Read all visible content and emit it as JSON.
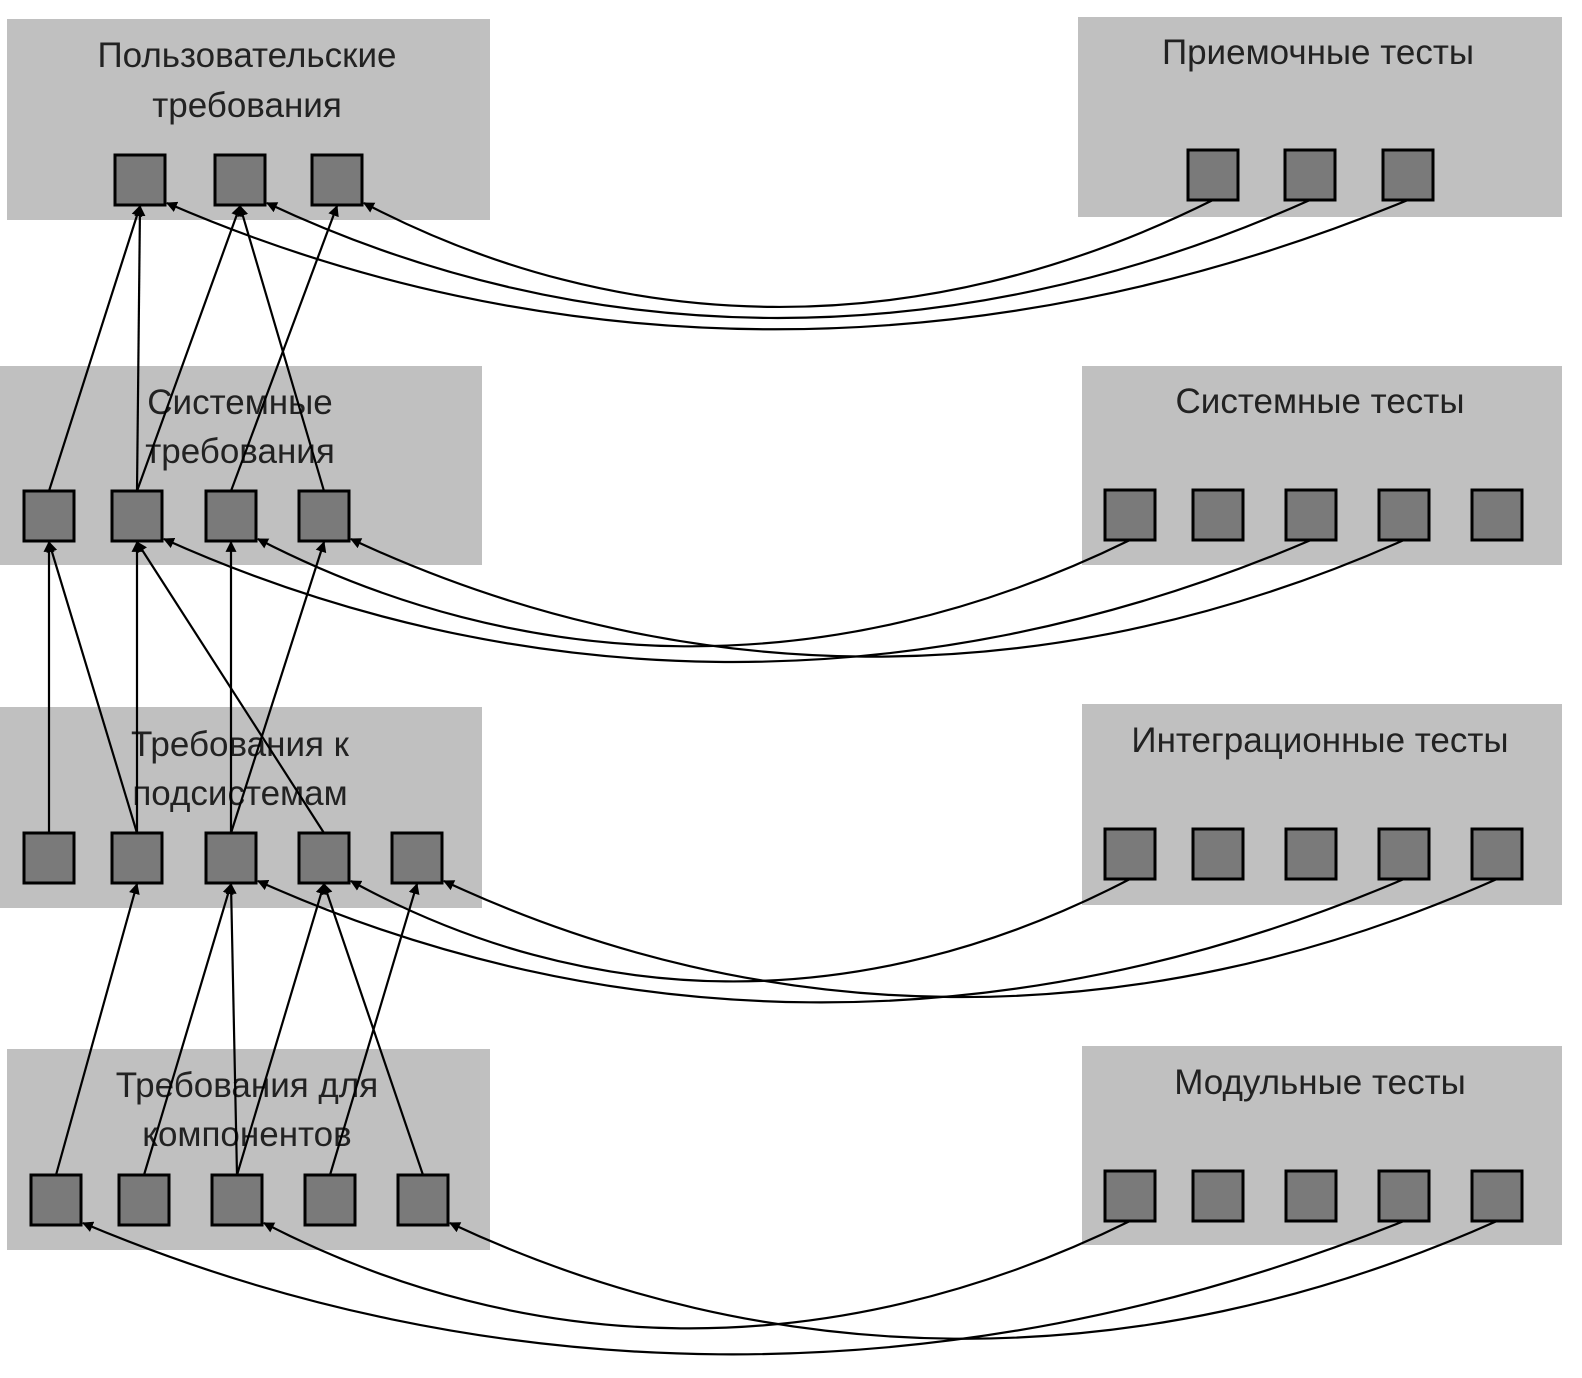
{
  "colors": {
    "panel": "#c0c0c0",
    "node": "#7a7a7a",
    "line": "#000000",
    "text": "#222222"
  },
  "requirements": [
    {
      "id": "user_req",
      "title_lines": [
        "Пользовательские",
        "требования"
      ],
      "node_count": 3
    },
    {
      "id": "system_req",
      "title_lines": [
        "Системные",
        "требования"
      ],
      "node_count": 4
    },
    {
      "id": "subsystem_req",
      "title_lines": [
        "Требования к",
        "подсистемам"
      ],
      "node_count": 5
    },
    {
      "id": "component_req",
      "title_lines": [
        "Требования для",
        "компонентов"
      ],
      "node_count": 5
    }
  ],
  "tests": [
    {
      "id": "acceptance_tests",
      "title": "Приемочные тесты",
      "node_count": 3
    },
    {
      "id": "system_tests",
      "title": "Системные тесты",
      "node_count": 5
    },
    {
      "id": "integration_tests",
      "title": "Интеграционные тесты",
      "node_count": 5
    },
    {
      "id": "unit_tests",
      "title": "Модульные тесты",
      "node_count": 5
    }
  ],
  "links": {
    "req_to_req": [
      {
        "from": "system_req.0",
        "to": "user_req.0"
      },
      {
        "from": "system_req.1",
        "to": "user_req.0"
      },
      {
        "from": "system_req.1",
        "to": "user_req.1"
      },
      {
        "from": "system_req.2",
        "to": "user_req.2"
      },
      {
        "from": "system_req.3",
        "to": "user_req.1"
      },
      {
        "from": "subsystem_req.0",
        "to": "system_req.0"
      },
      {
        "from": "subsystem_req.1",
        "to": "system_req.0"
      },
      {
        "from": "subsystem_req.1",
        "to": "system_req.1"
      },
      {
        "from": "subsystem_req.2",
        "to": "system_req.3"
      },
      {
        "from": "subsystem_req.2",
        "to": "system_req.2"
      },
      {
        "from": "subsystem_req.3",
        "to": "system_req.1"
      },
      {
        "from": "component_req.0",
        "to": "subsystem_req.1"
      },
      {
        "from": "component_req.1",
        "to": "subsystem_req.2"
      },
      {
        "from": "component_req.2",
        "to": "subsystem_req.2"
      },
      {
        "from": "component_req.2",
        "to": "subsystem_req.3"
      },
      {
        "from": "component_req.3",
        "to": "subsystem_req.4"
      },
      {
        "from": "component_req.4",
        "to": "subsystem_req.3"
      }
    ],
    "test_to_req": [
      {
        "from": "acceptance_tests.0",
        "to": "user_req.2"
      },
      {
        "from": "acceptance_tests.1",
        "to": "user_req.1"
      },
      {
        "from": "acceptance_tests.2",
        "to": "user_req.0"
      },
      {
        "from": "system_tests.0",
        "to": "system_req.2"
      },
      {
        "from": "system_tests.2",
        "to": "system_req.1"
      },
      {
        "from": "system_tests.3",
        "to": "system_req.3"
      },
      {
        "from": "integration_tests.0",
        "to": "subsystem_req.3"
      },
      {
        "from": "integration_tests.3",
        "to": "subsystem_req.2"
      },
      {
        "from": "integration_tests.4",
        "to": "subsystem_req.4"
      },
      {
        "from": "unit_tests.0",
        "to": "component_req.2"
      },
      {
        "from": "unit_tests.3",
        "to": "component_req.0"
      },
      {
        "from": "unit_tests.4",
        "to": "component_req.4"
      }
    ]
  }
}
